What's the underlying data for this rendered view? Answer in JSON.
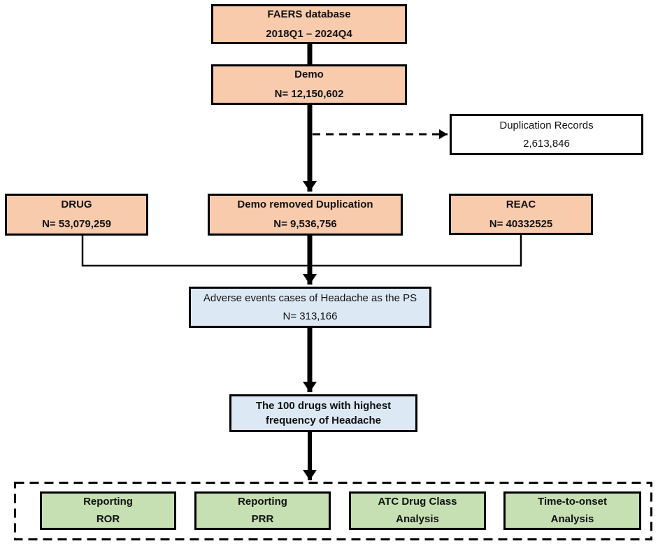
{
  "colors": {
    "orange": "#F8CBAD",
    "blue": "#DCE9F5",
    "green": "#C6E0B4",
    "white": "#FFFFFF",
    "line": "#000000"
  },
  "boxes": {
    "faers": {
      "line1": "FAERS database",
      "line2": "2018Q1 – 2024Q4"
    },
    "demo": {
      "line1": "Demo",
      "line2": "N= 12,150,602"
    },
    "duplication": {
      "line1": "Duplication Records",
      "line2": "2,613,846"
    },
    "drug": {
      "line1": "DRUG",
      "line2": "N= 53,079,259"
    },
    "demo_removed": {
      "line1": "Demo removed Duplication",
      "line2": "N= 9,536,756"
    },
    "reac": {
      "line1": "REAC",
      "line2": "N= 40332525"
    },
    "adverse": {
      "line1": "Adverse events cases of Headache as the PS",
      "line2": "N= 313,166"
    },
    "top100": {
      "line1": "The 100 drugs with highest",
      "line2": "frequency of Headache"
    },
    "ror": {
      "line1": "Reporting",
      "line2": "ROR"
    },
    "prr": {
      "line1": "Reporting",
      "line2": "PRR"
    },
    "atc": {
      "line1": "ATC Drug Class",
      "line2": "Analysis"
    },
    "tto": {
      "line1": "Time-to-onset",
      "line2": "Analysis"
    }
  }
}
